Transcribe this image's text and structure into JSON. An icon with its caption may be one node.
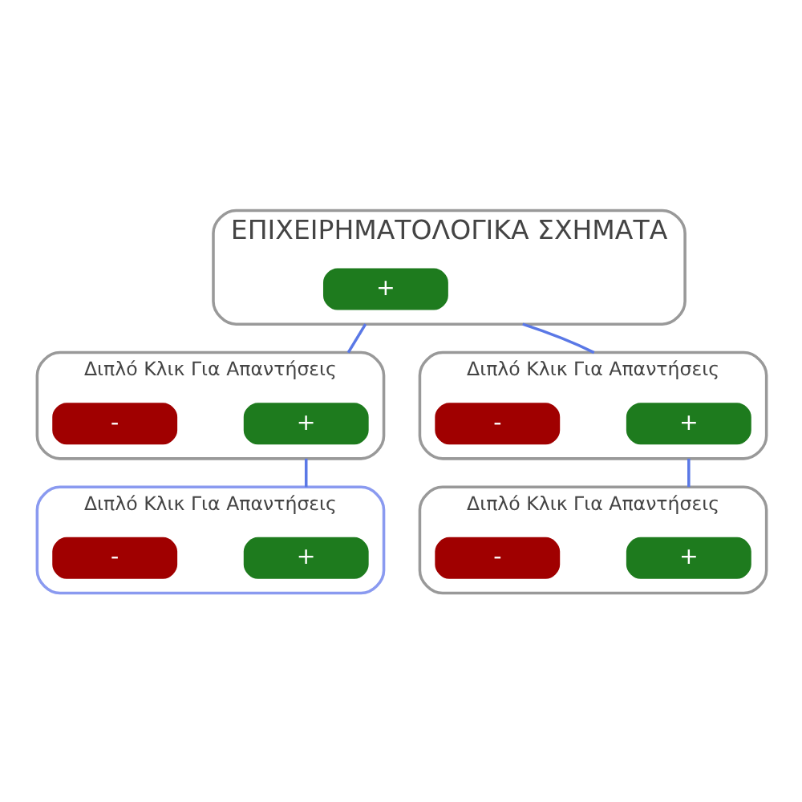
{
  "diagram": {
    "nodes": [
      {
        "text": [
          "ΕΠΙΧΕΙΡΗΜΑΤΟΛΟΓΙΚΑ ΣΧΗΜΑΤΑ"
        ]
      },
      {
        "text": [
          "+"
        ],
        "in": 0
      },
      {
        "text": [
          "Διπλό Κλικ Για Απαντήσεις"
        ]
      },
      {
        "text": [
          "+"
        ],
        "in": 2
      },
      {
        "text": [
          "-"
        ],
        "in": 2
      },
      {
        "text": [
          "Διπλό Κλικ Για Απαντήσεις"
        ]
      },
      {
        "text": [
          "+"
        ],
        "in": 5
      },
      {
        "text": [
          "-"
        ],
        "in": 5
      },
      {
        "text": [
          "Διπλό Κλικ Για Απαντήσεις"
        ]
      },
      {
        "text": [
          "+"
        ],
        "in": 8
      },
      {
        "text": [
          "-"
        ],
        "in": 8
      },
      {
        "text": [
          "Διπλό Κλικ Για Απαντήσεις"
        ]
      },
      {
        "text": [
          "+"
        ],
        "in": 11
      },
      {
        "text": [
          "-"
        ],
        "in": 11
      }
    ],
    "edges": [
      {
        "from": 0,
        "to": 2,
        "arrow": "none"
      },
      {
        "from": 0,
        "to": 5,
        "arrow": "none"
      },
      {
        "from": 2,
        "to": 8,
        "arrow": "none"
      },
      {
        "from": 5,
        "to": 11,
        "arrow": "none"
      }
    ]
  }
}
